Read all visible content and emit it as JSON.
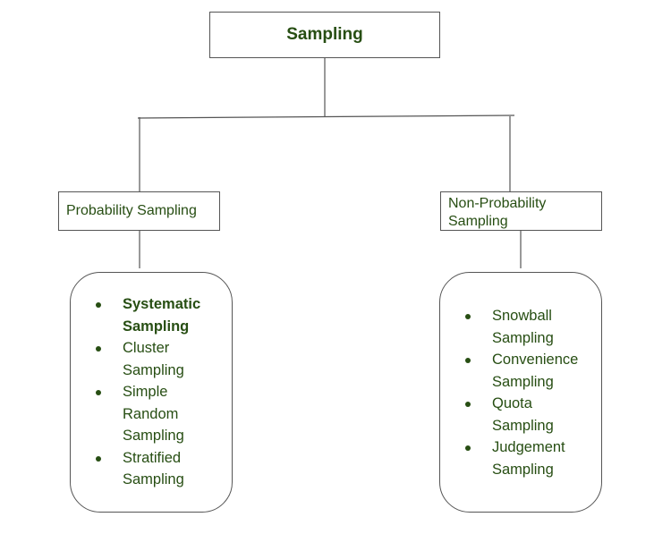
{
  "root": {
    "label": "Sampling"
  },
  "categories": [
    {
      "label": "Probability Sampling",
      "items": [
        {
          "label": "Systematic Sampling",
          "emphasis": true
        },
        {
          "label": "Cluster Sampling"
        },
        {
          "label": "Simple Random Sampling"
        },
        {
          "label": "Stratified Sampling"
        }
      ]
    },
    {
      "label": "Non-Probability Sampling",
      "items": [
        {
          "label": "Snowball Sampling"
        },
        {
          "label": "Convenience Sampling"
        },
        {
          "label": "Quota Sampling"
        },
        {
          "label": "Judgement Sampling"
        }
      ]
    }
  ],
  "colors": {
    "text": "#274e13",
    "line": "#555555"
  }
}
